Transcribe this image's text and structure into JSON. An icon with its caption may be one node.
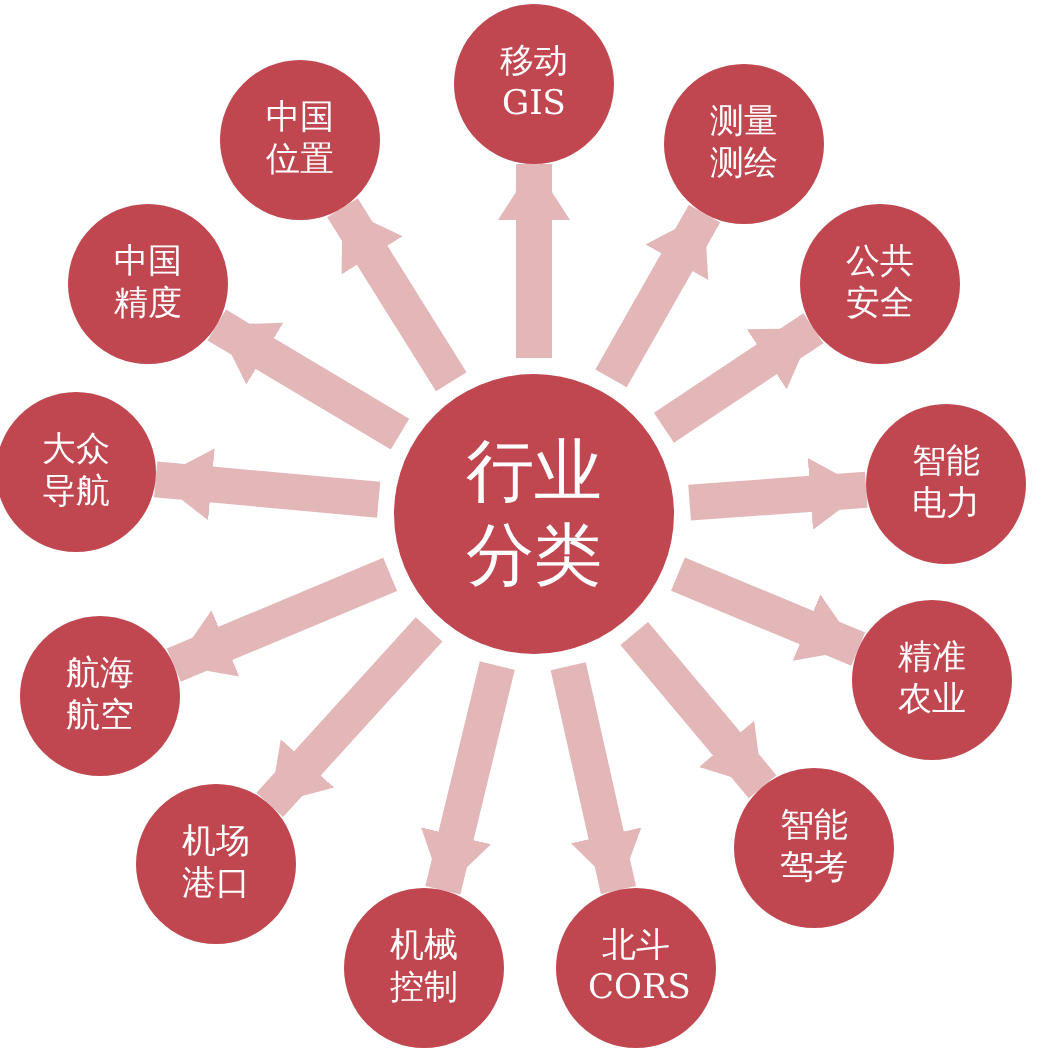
{
  "diagram": {
    "nodes": [
      {
        "text": [
          "行业分类"
        ]
      },
      {
        "text": [
          "移动GIS"
        ]
      },
      {
        "text": [
          "测量测绘"
        ]
      },
      {
        "text": [
          "公共安全"
        ]
      },
      {
        "text": [
          "智能电力"
        ]
      },
      {
        "text": [
          "精准农业"
        ]
      },
      {
        "text": [
          "智能驾考"
        ]
      },
      {
        "text": [
          "北斗CORS"
        ]
      },
      {
        "text": [
          "机械控制"
        ]
      },
      {
        "text": [
          "机场港口"
        ]
      },
      {
        "text": [
          "航海航空"
        ]
      },
      {
        "text": [
          "大众导航"
        ]
      },
      {
        "text": [
          "中国精度"
        ]
      },
      {
        "text": [
          "中国位置"
        ]
      }
    ],
    "edges": [
      {
        "from": 0,
        "to": 1,
        "arrow": "to"
      },
      {
        "from": 0,
        "to": 2,
        "arrow": "to"
      },
      {
        "from": 0,
        "to": 3,
        "arrow": "to"
      },
      {
        "from": 0,
        "to": 4,
        "arrow": "to"
      },
      {
        "from": 0,
        "to": 5,
        "arrow": "to"
      },
      {
        "from": 0,
        "to": 6,
        "arrow": "to"
      },
      {
        "from": 0,
        "to": 7,
        "arrow": "to"
      },
      {
        "from": 0,
        "to": 8,
        "arrow": "to"
      },
      {
        "from": 0,
        "to": 9,
        "arrow": "to"
      },
      {
        "from": 0,
        "to": 10,
        "arrow": "to"
      },
      {
        "from": 0,
        "to": 11,
        "arrow": "to"
      },
      {
        "from": 0,
        "to": 12,
        "arrow": "to"
      },
      {
        "from": 0,
        "to": 13,
        "arrow": "to"
      }
    ]
  }
}
